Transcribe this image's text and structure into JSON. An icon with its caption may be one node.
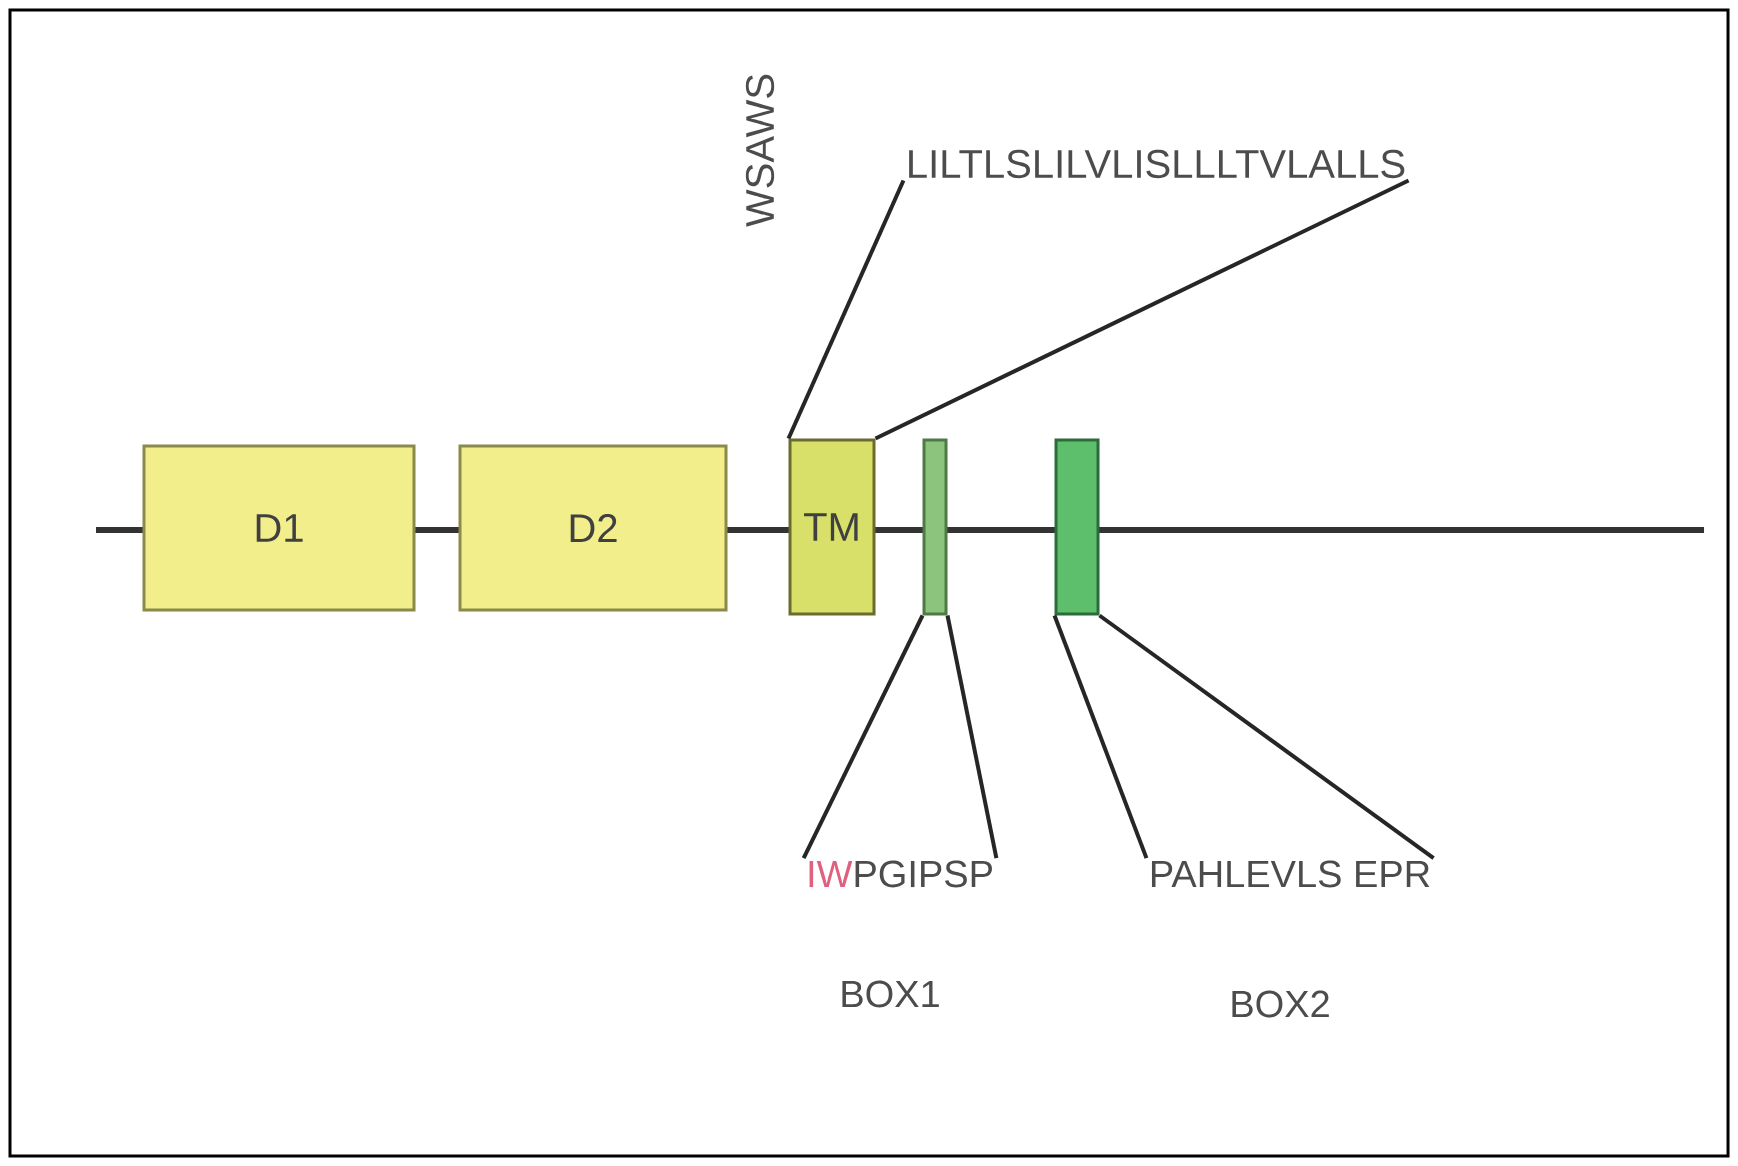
{
  "diagram": {
    "nodes": [
      {
        "text": [
          "D1"
        ]
      },
      {
        "text": [
          "D2"
        ]
      },
      {
        "text": [
          "TM"
        ]
      },
      {
        "text": [],
        "shape": "box"
      },
      {
        "text": [],
        "shape": "box"
      },
      {
        "text": [
          "LILTLSLILVLISLLLTVLALLS"
        ]
      },
      {
        "text": [
          "IW",
          "PGIPSP"
        ]
      },
      {
        "text": [
          "PAHLEVLS EPR"
        ]
      }
    ],
    "edges": [
      {
        "from": 5,
        "to": 2,
        "arrow": "none"
      },
      {
        "from": 5,
        "to": 2,
        "arrow": "none"
      },
      {
        "from": 6,
        "to": 3,
        "arrow": "none"
      },
      {
        "from": 6,
        "to": 3,
        "arrow": "none"
      },
      {
        "from": 7,
        "to": 4,
        "arrow": "none"
      },
      {
        "from": 7,
        "to": 4,
        "arrow": "none"
      }
    ],
    "labels": [
      "WSAWS",
      "BOX1",
      "BOX2"
    ]
  }
}
